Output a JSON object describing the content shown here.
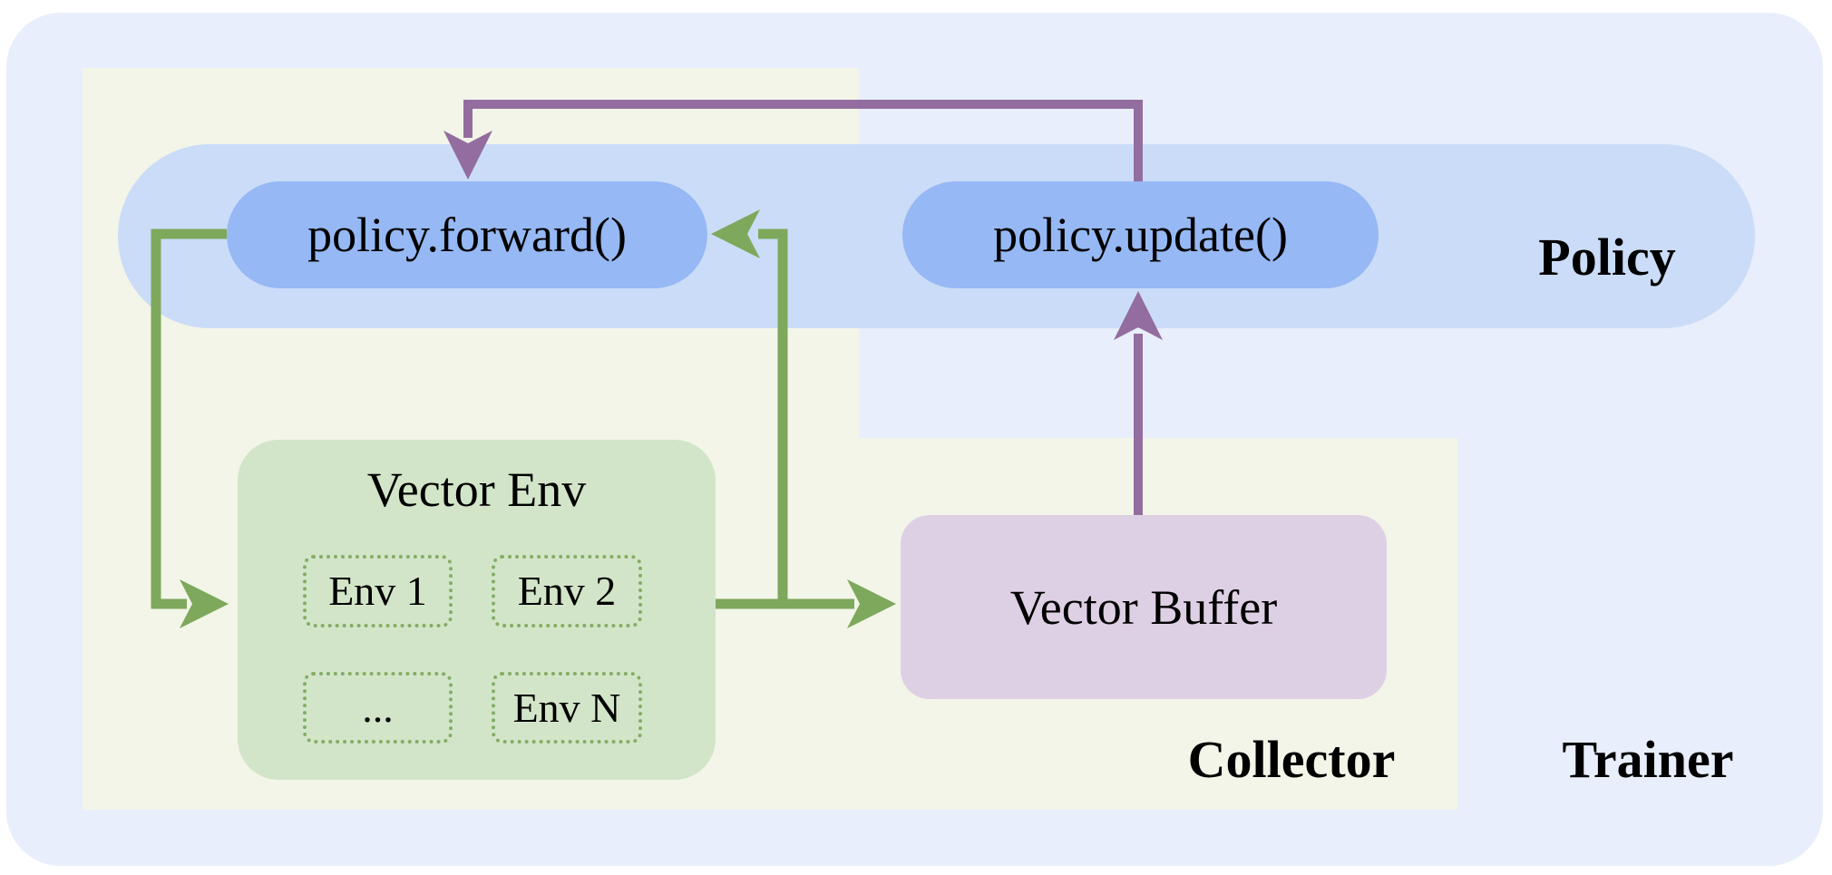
{
  "regions": {
    "trainer": {
      "label": "Trainer",
      "bg": "#e8eefb"
    },
    "collector": {
      "label": "Collector",
      "bg": "#f2f5e8"
    },
    "policy": {
      "label": "Policy",
      "bg": "#cbdcf8"
    }
  },
  "nodes": {
    "policy_forward": {
      "label": "policy.forward()",
      "bg": "#96b8f4"
    },
    "policy_update": {
      "label": "policy.update()",
      "bg": "#96b8f4"
    },
    "vector_env": {
      "title": "Vector Env",
      "bg": "#d3e5c8",
      "slot_border": "#83ad64",
      "envs": [
        "Env 1",
        "Env 2",
        "...",
        "Env N"
      ]
    },
    "vector_buffer": {
      "label": "Vector Buffer",
      "bg": "#ded0e4"
    }
  },
  "colors": {
    "green_arrow": "#7ea85b",
    "purple_arrow": "#936da0",
    "text": "#000000",
    "page_bg": "#ffffff"
  }
}
